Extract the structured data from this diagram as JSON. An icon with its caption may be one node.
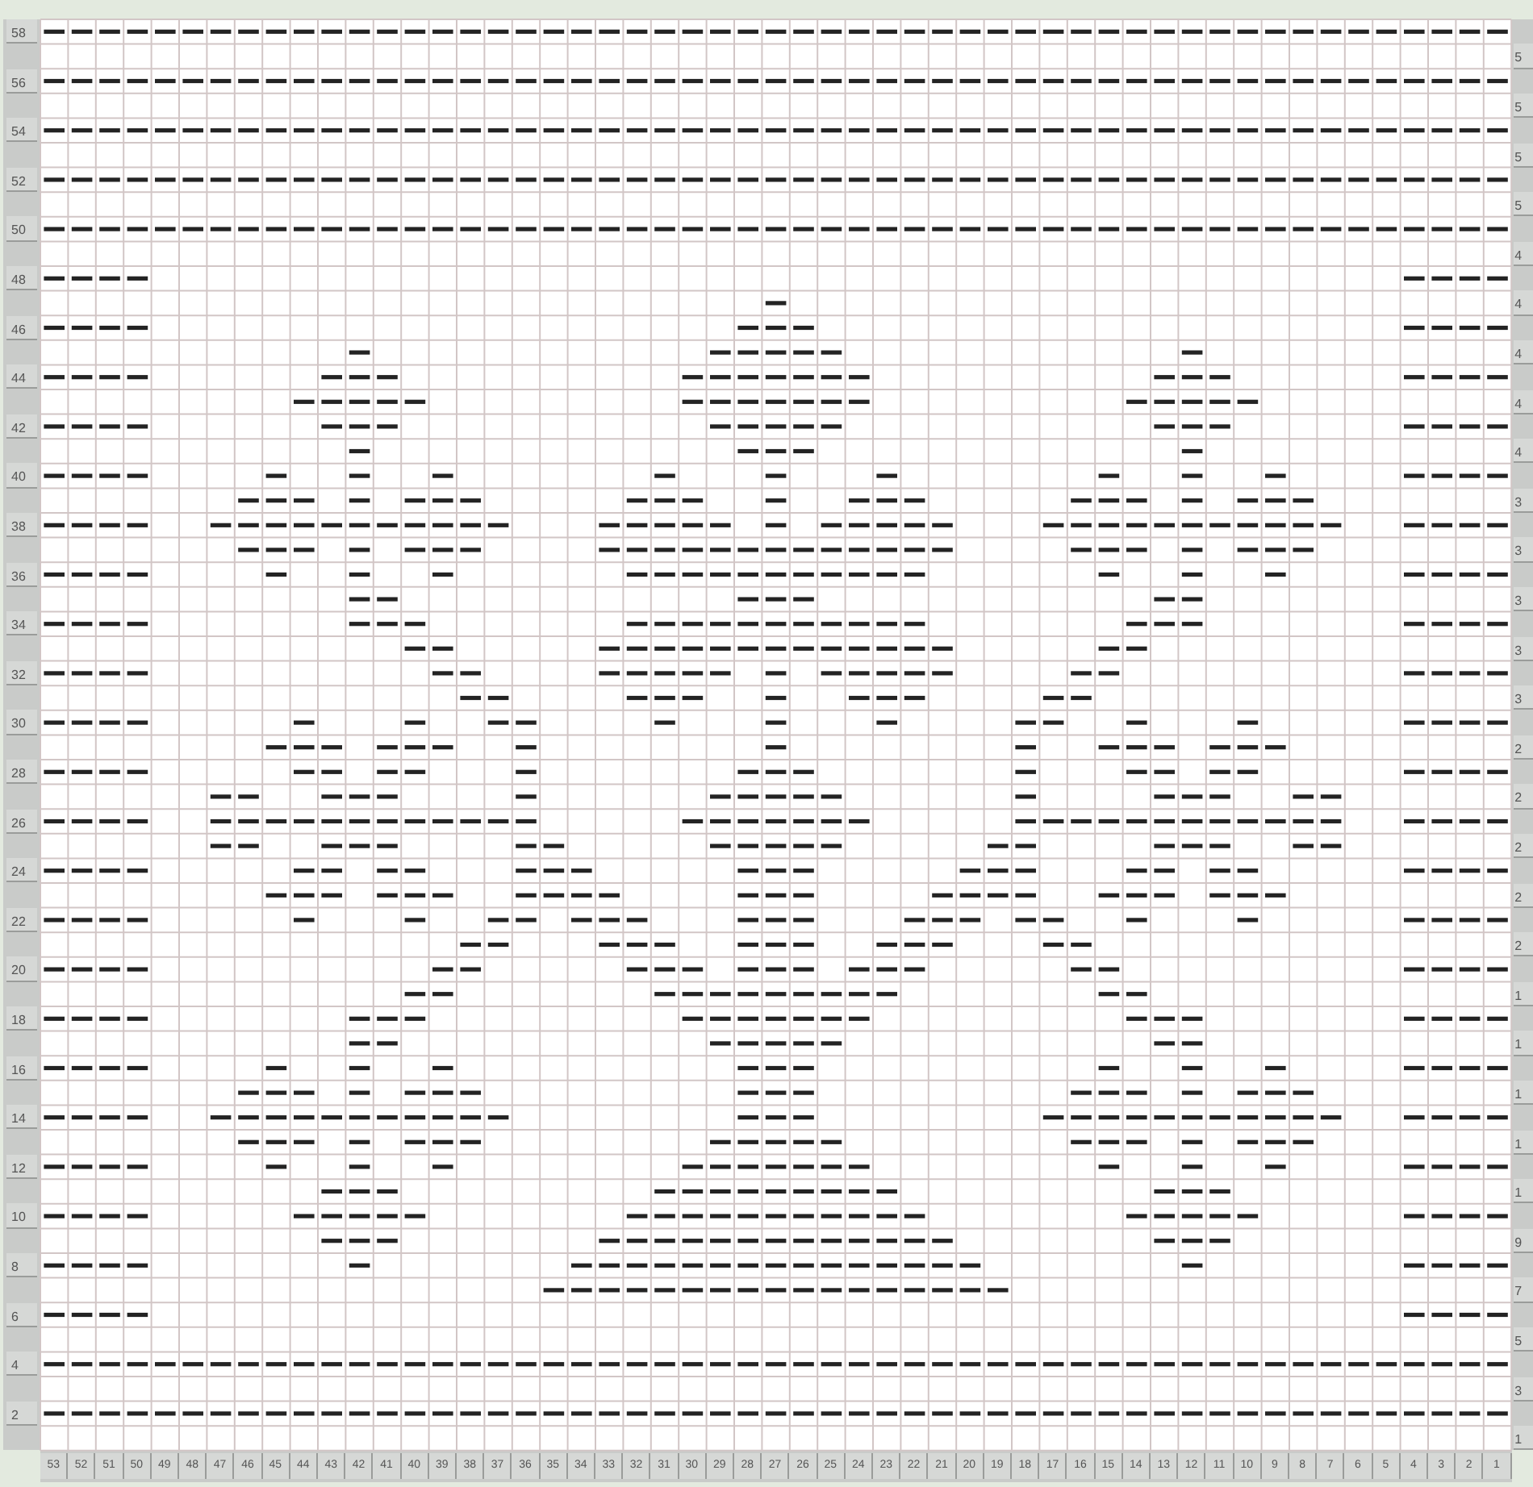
{
  "diagram": {
    "labels": [
      "58",
      "5",
      "56",
      "5",
      "54",
      "5",
      "52",
      "5",
      "50",
      "4",
      "48",
      "4",
      "46",
      "4",
      "44",
      "4",
      "42",
      "4",
      "40",
      "3",
      "38",
      "3",
      "36",
      "3",
      "34",
      "3",
      "32",
      "3",
      "30",
      "2",
      "28",
      "2",
      "26",
      "2",
      "24",
      "2",
      "22",
      "2",
      "20",
      "1",
      "18",
      "1",
      "16",
      "1",
      "14",
      "1",
      "12",
      "1",
      "10",
      "9",
      "8",
      "7",
      "6",
      "5",
      "4",
      "3",
      "2",
      "1",
      "53",
      "52",
      "51",
      "50",
      "49",
      "48",
      "47",
      "46",
      "45",
      "44",
      "43",
      "42",
      "41",
      "40",
      "39",
      "38",
      "37",
      "36",
      "35",
      "34",
      "33",
      "32",
      "31",
      "30",
      "29",
      "28",
      "27",
      "26",
      "25",
      "24",
      "23",
      "22",
      "21",
      "20",
      "19",
      "18",
      "17",
      "16",
      "15",
      "14",
      "13",
      "12",
      "11",
      "10",
      "9",
      "8",
      "7",
      "6",
      "5",
      "4",
      "3",
      "2",
      "1"
    ]
  }
}
